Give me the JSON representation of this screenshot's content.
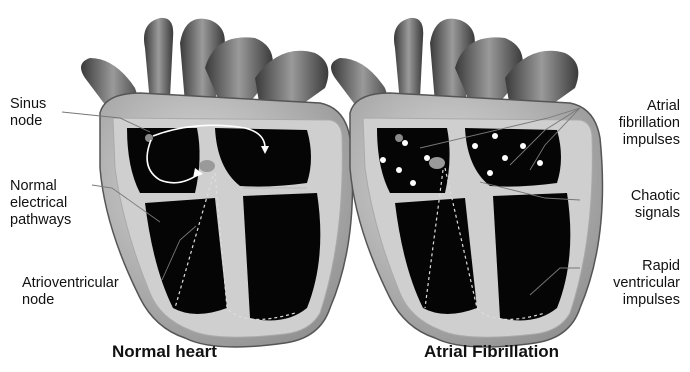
{
  "panels": [
    {
      "caption": "Normal heart",
      "labels": {
        "sinus_node": [
          "Sinus",
          "node"
        ],
        "pathways": [
          "Normal",
          "electrical",
          "pathways"
        ],
        "av_node": [
          "Atrioventricular",
          "node"
        ]
      }
    },
    {
      "caption": "Atrial Fibrillation",
      "labels": {
        "af_impulses": [
          "Atrial",
          "fibrillation",
          "impulses"
        ],
        "chaotic": [
          "Chaotic",
          "signals"
        ],
        "rapid": [
          "Rapid",
          "ventricular",
          "impulses"
        ]
      }
    }
  ]
}
